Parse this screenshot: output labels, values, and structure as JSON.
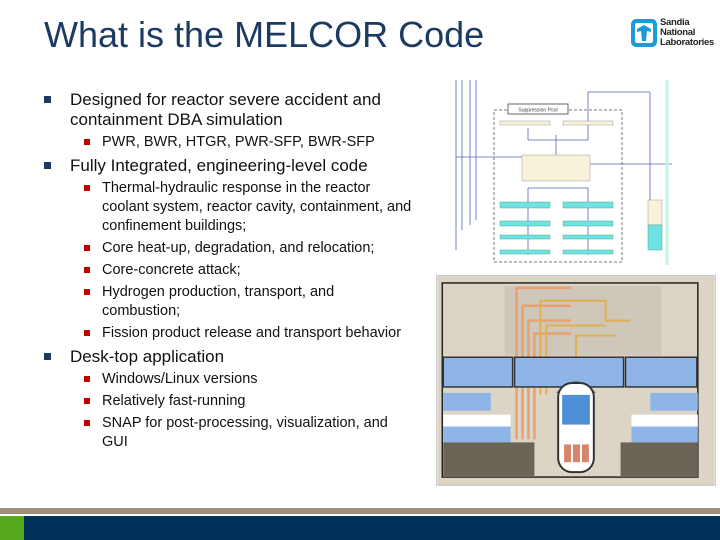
{
  "title": "What is the MELCOR Code",
  "logo": {
    "text": [
      "Sandia",
      "National",
      "Laboratories"
    ],
    "color": "#1e9bd7"
  },
  "bullets": [
    {
      "text": "Designed for reactor severe accident and containment DBA simulation",
      "sub": [
        "PWR, BWR, HTGR, PWR-SFP, BWR-SFP"
      ]
    },
    {
      "text": "Fully Integrated, engineering-level code",
      "sub": [
        "Thermal-hydraulic response in the reactor coolant system, reactor cavity, containment, and confinement buildings;",
        "Core heat-up, degradation, and relocation;",
        "Core-concrete attack;",
        "Hydrogen production, transport, and combustion;",
        "Fission product release and transport behavior"
      ]
    },
    {
      "text": "Desk-top application",
      "sub": [
        "Windows/Linux versions",
        "Relatively fast-running",
        "SNAP for post-processing, visualization, and GUI"
      ]
    }
  ],
  "figure1": {
    "label": "Suppression Pool"
  },
  "colors": {
    "title": "#1b3b63",
    "sub_bullet": "#c00000",
    "footer_navy": "#002f5a",
    "footer_green": "#56a81c",
    "footer_tan": "#a08e78"
  }
}
